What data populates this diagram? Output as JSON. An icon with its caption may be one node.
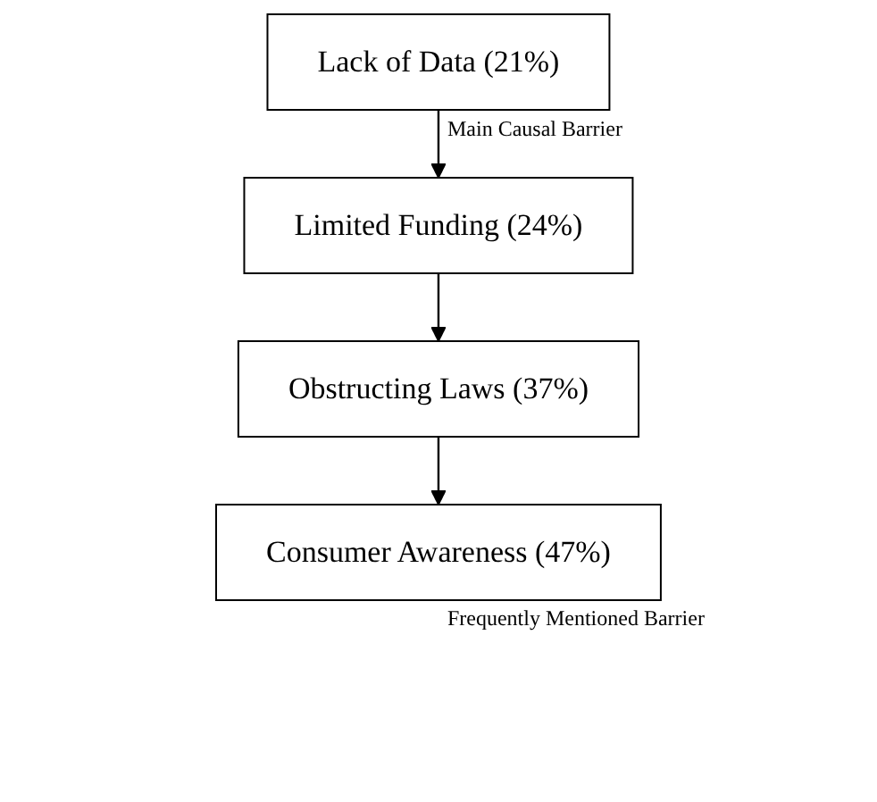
{
  "diagram": {
    "nodes": [
      {
        "text": [
          "Lack of Data (21%)"
        ],
        "beside": [
          "Main Causal Barrier"
        ]
      },
      {
        "text": [
          "Limited Funding (24%)"
        ]
      },
      {
        "text": [
          "Obstructing Laws (37%)"
        ]
      },
      {
        "text": [
          "Consumer Awareness (47%)"
        ],
        "beside": [
          "Frequently Mentioned Barrier"
        ]
      }
    ],
    "edges": [
      {
        "from": 0,
        "to": 1,
        "arrow": "to"
      },
      {
        "from": 1,
        "to": 2,
        "arrow": "to"
      },
      {
        "from": 2,
        "to": 3,
        "arrow": "to"
      }
    ]
  }
}
